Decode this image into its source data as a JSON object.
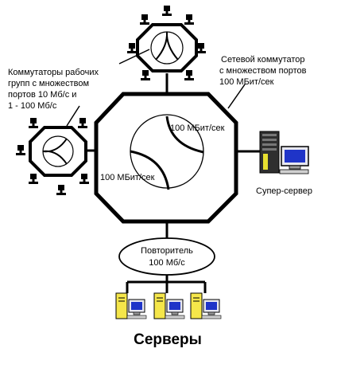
{
  "labels": {
    "main_switch": [
      "Сетевой коммутатор",
      "с множеством портов",
      "100 МБит/сек"
    ],
    "workgroup": [
      "Коммутаторы рабочих",
      "групп с множеством",
      "портов 10 Мб/с и",
      "1 - 100 Мб/с"
    ],
    "link_top": "100 МБит/сек",
    "link_left": "100 МБит/сек",
    "superserver": "Супер-сервер",
    "repeater": [
      "Повторитель",
      "100 Мб/с"
    ],
    "servers": "Серверы"
  },
  "colors": {
    "line": "#000000",
    "case_yellow": "#f5e64a",
    "case_gray": "#9aa0a6",
    "screen_blue": "#1f34c8",
    "screen_light": "#e8e8f0"
  },
  "icons": [
    "workstation-icon",
    "super-server-icon",
    "server-icon"
  ]
}
